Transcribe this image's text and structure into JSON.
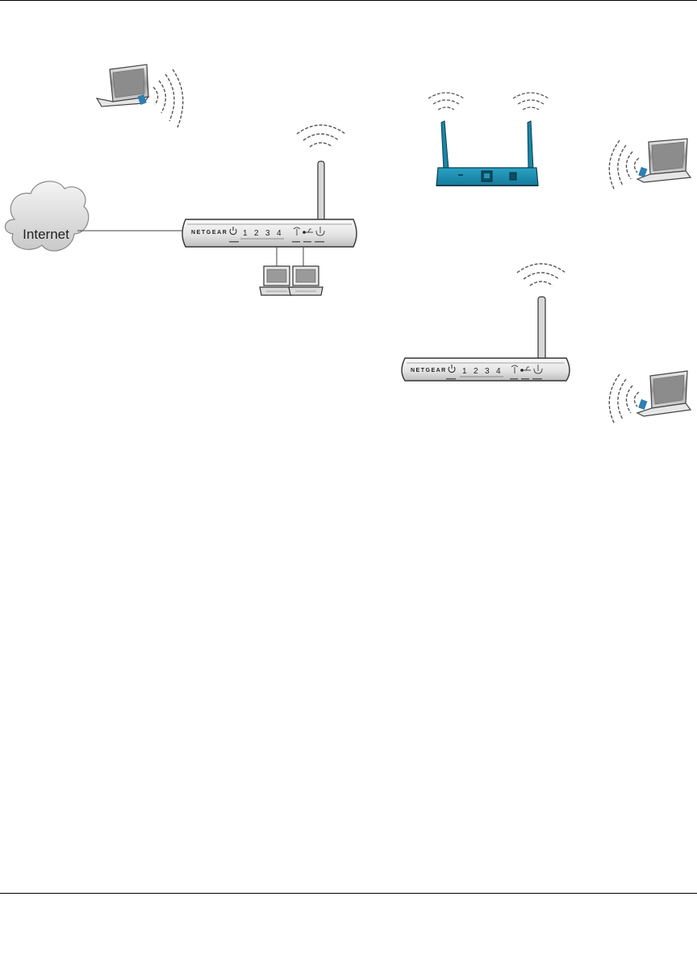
{
  "diagram": {
    "cloud_label": "Internet",
    "router_main": {
      "brand": "NETGEAR",
      "ports": [
        "1",
        "2",
        "3",
        "4"
      ]
    },
    "router_secondary": {
      "brand": "NETGEAR",
      "ports": [
        "1",
        "2",
        "3",
        "4"
      ]
    },
    "colors": {
      "access_point_body": "#1e8fb0",
      "access_point_dark": "#0b3f52",
      "router_body": "#ececec",
      "router_stroke": "#333333",
      "laptop_screen": "#8c8c8c",
      "wireless_card": "#2f7fb0",
      "wave_stroke": "#555555"
    }
  }
}
